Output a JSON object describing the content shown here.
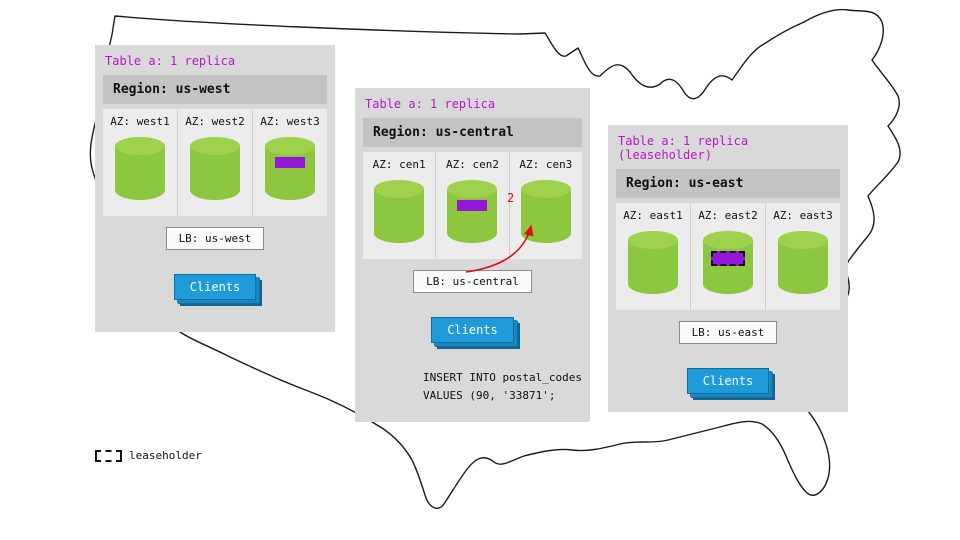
{
  "colors": {
    "panel_bg": "#d9d9d9",
    "region_header_bg": "#c3c3c3",
    "az_bg": "#ececec",
    "cylinder_green": "#8dc63f",
    "replica_purple": "#9417d8",
    "table_label_purple": "#b816cc",
    "clients_blue": "#1e9bd8",
    "arrow_red": "#dd1111"
  },
  "regions": [
    {
      "table_label": "Table a: 1 replica",
      "region_label": "Region: us-west",
      "azs": [
        {
          "label": "AZ: west1",
          "replica": false,
          "leaseholder": false
        },
        {
          "label": "AZ: west2",
          "replica": false,
          "leaseholder": false
        },
        {
          "label": "AZ: west3",
          "replica": true,
          "leaseholder": false
        }
      ],
      "lb_label": "LB: us-west",
      "clients_label": "Clients"
    },
    {
      "table_label": "Table a: 1 replica",
      "region_label": "Region: us-central",
      "azs": [
        {
          "label": "AZ: cen1",
          "replica": false,
          "leaseholder": false
        },
        {
          "label": "AZ: cen2",
          "replica": true,
          "leaseholder": false
        },
        {
          "label": "AZ: cen3",
          "replica": false,
          "leaseholder": false
        }
      ],
      "lb_label": "LB: us-central",
      "clients_label": "Clients",
      "query_line1": "INSERT INTO postal_codes",
      "query_line2": "VALUES (90, '33871';"
    },
    {
      "table_label": "Table a: 1 replica (leaseholder)",
      "region_label": "Region: us-east",
      "azs": [
        {
          "label": "AZ: east1",
          "replica": false,
          "leaseholder": false
        },
        {
          "label": "AZ: east2",
          "replica": true,
          "leaseholder": true
        },
        {
          "label": "AZ: east3",
          "replica": false,
          "leaseholder": false
        }
      ],
      "lb_label": "LB: us-east",
      "clients_label": "Clients"
    }
  ],
  "annotation": {
    "step": "2"
  },
  "legend": {
    "label": "leaseholder"
  }
}
